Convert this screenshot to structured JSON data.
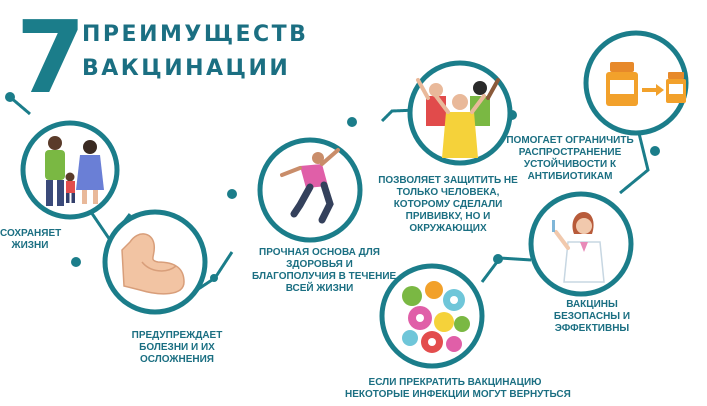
{
  "header": {
    "number": "7",
    "title_line1": "ПРЕИМУЩЕСТВ",
    "title_line2": "ВАКЦИНАЦИИ"
  },
  "benefits": [
    {
      "lines": [
        "СОХРАНЯЕТ",
        "ЖИЗНИ"
      ],
      "icon": "family-icon"
    },
    {
      "lines": [
        "ПРЕДУПРЕЖДАЕТ",
        "БОЛЕЗНИ И ИХ",
        "ОСЛОЖНЕНИЯ"
      ],
      "icon": "strong-arm-icon"
    },
    {
      "lines": [
        "ПРОЧНАЯ ОСНОВА ДЛЯ",
        "ЗДОРОВЬЯ И",
        "БЛАГОПОЛУЧИЯ В ТЕЧЕНИЕ",
        "ВСЕЙ ЖИЗНИ"
      ],
      "icon": "jumping-person-icon"
    },
    {
      "lines": [
        "ПОЗВОЛЯЕТ ЗАЩИТИТЬ НЕ",
        "ТОЛЬКО ЧЕЛОВЕКА,",
        "КОТОРОМУ СДЕЛАЛИ",
        "ПРИВИВКУ, НО И",
        "ОКРУЖАЮЩИХ"
      ],
      "icon": "group-of-people-icon"
    },
    {
      "lines": [
        "ПОМОГАЕТ ОГРАНИЧИТЬ",
        "РАСПРОСТРАНЕНИЕ",
        "УСТОЙЧИВОСТИ К",
        "АНТИБИОТИКАМ"
      ],
      "icon": "medicine-bottles-icon"
    },
    {
      "lines": [
        "ВАКЦИНЫ",
        "БЕЗОПАСНЫ И",
        "ЭФФЕКТИВНЫ"
      ],
      "icon": "doctor-with-syringe-icon"
    },
    {
      "lines": [
        "ЕСЛИ ПРЕКРАТИТЬ ВАКЦИНАЦИЮ",
        "НЕКОТОРЫЕ ИНФЕКЦИИ МОГУТ ВЕРНУТЬСЯ"
      ],
      "icon": "microbes-icon"
    }
  ],
  "colors": {
    "teal": "#1b7d8a",
    "dark_teal": "#1b6f82",
    "circle_fill": "#e8f1f3",
    "arrow_orange": "#f2a12b"
  }
}
